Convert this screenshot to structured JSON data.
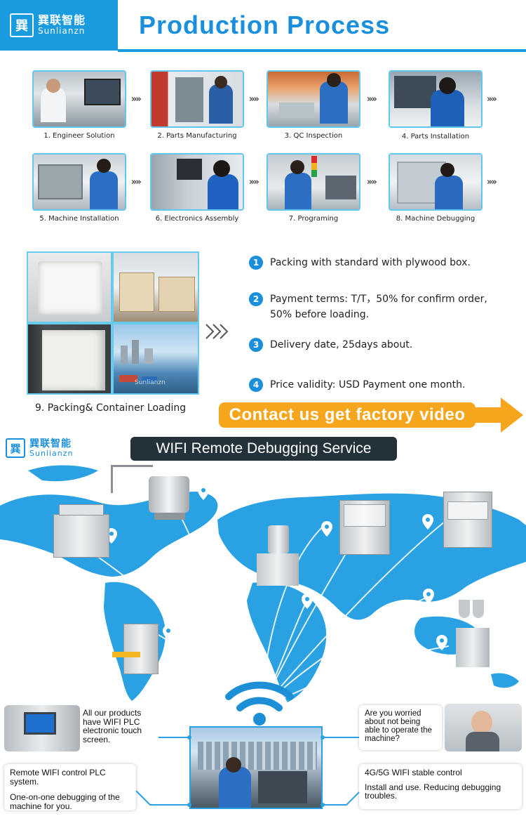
{
  "header": {
    "logo_cn": "巽联智能",
    "logo_en": "Sunlianzn",
    "logo_mark": "巽",
    "title": "Production Process"
  },
  "process_steps": [
    "1. Engineer Solution",
    "2. Parts Manufacturing",
    "3. QC Inspection",
    "4. Parts Installation",
    "5. Machine Installation",
    "6. Electronics Assembly",
    "7. Programing",
    "8. Machine Debugging"
  ],
  "arrow_glyph": "»»",
  "packing": {
    "caption": "9. Packing& Container Loading",
    "watermark": "Sunlianzn"
  },
  "terms": [
    {
      "num": "1",
      "text": "Packing with standard with plywood box."
    },
    {
      "num": "2",
      "text": "Payment terms: T/T，50% for confirm order, 50% before loading."
    },
    {
      "num": "3",
      "text": "Delivery date, 25days about."
    },
    {
      "num": "4",
      "text": "Price validity: USD Payment one month."
    }
  ],
  "cta": {
    "label": "Contact us get factory video"
  },
  "wifi": {
    "title": "WIFI Remote Debugging Service",
    "bubbles": {
      "products": "All our products have WIFI PLC electronic touch screen.",
      "worried": "Are you worried about not being able to operate the machine?",
      "remote_1": "Remote WIFI control PLC system.",
      "remote_2": "One-on-one debugging of the machine for you.",
      "stable_1": "4G/5G WIFI stable control",
      "stable_2": "Install and use. Reducing debugging troubles."
    }
  },
  "colors": {
    "brand_blue": "#1a9be0",
    "map_blue": "#2aa1e3",
    "cta_orange": "#f5a61d",
    "tile_border": "#62c7ee",
    "title_dark": "#22313a"
  },
  "icons": [
    "chevron-triple-icon",
    "map-pin-icon",
    "wifi-icon",
    "arrow-right-icon"
  ]
}
